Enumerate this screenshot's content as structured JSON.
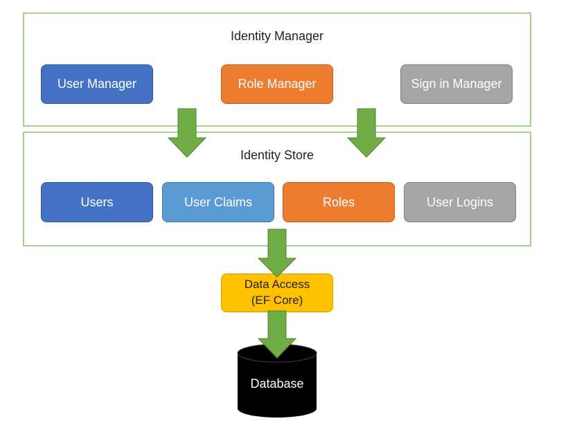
{
  "identity_manager": {
    "title": "Identity Manager",
    "items": [
      {
        "label": "User Manager",
        "color": "#4472c4"
      },
      {
        "label": "Role Manager",
        "color": "#ed7d31"
      },
      {
        "label": "Sign in Manager",
        "color": "#a5a5a5"
      }
    ]
  },
  "identity_store": {
    "title": "Identity Store",
    "items": [
      {
        "label": "Users",
        "color": "#4472c4"
      },
      {
        "label": "User Claims",
        "color": "#5b9bd5"
      },
      {
        "label": "Roles",
        "color": "#ed7d31"
      },
      {
        "label": "User Logins",
        "color": "#a5a5a5"
      }
    ]
  },
  "data_access": {
    "line1": "Data Access",
    "line2": "(EF Core)",
    "color": "#ffc000"
  },
  "database": {
    "label": "Database",
    "color": "#000000"
  },
  "colors": {
    "panel_border": "#a9d18e",
    "arrow": "#70ad47"
  }
}
